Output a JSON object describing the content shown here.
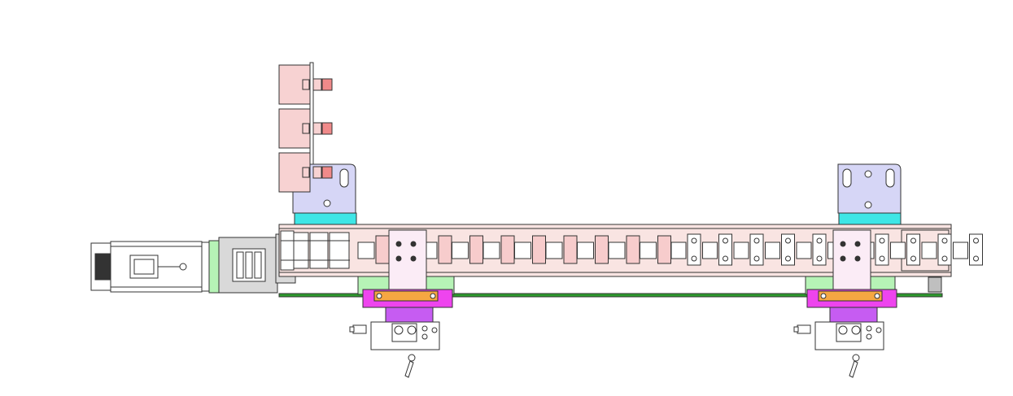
{
  "diagram": {
    "kind": "cad-mechanical-drawing",
    "view": "side-elevation",
    "colors": {
      "outline": "#333333",
      "sensor_block": "#f7d2d2",
      "sensor_knob": "#f08a8a",
      "bracket": "#d6d6f6",
      "spacer": "#3ee6e6",
      "rail_beam": "#f9e4e2",
      "chain_link": "#f7cccc",
      "motor_green": "#b6f3b6",
      "base_green": "#2e9b2e",
      "clamp_magenta": "#ee44ee",
      "clamp_pad": "#f5a742",
      "clamp_purple": "#c65cf2",
      "carriage_plate": "#fbecf6",
      "coupler_grey": "#d9d9d9",
      "metal_grey": "#bfbfbf"
    },
    "parts": {
      "sensor_modules": 3,
      "carriages": 2,
      "mounting_brackets": 2,
      "drag_chain_links": 20
    }
  }
}
